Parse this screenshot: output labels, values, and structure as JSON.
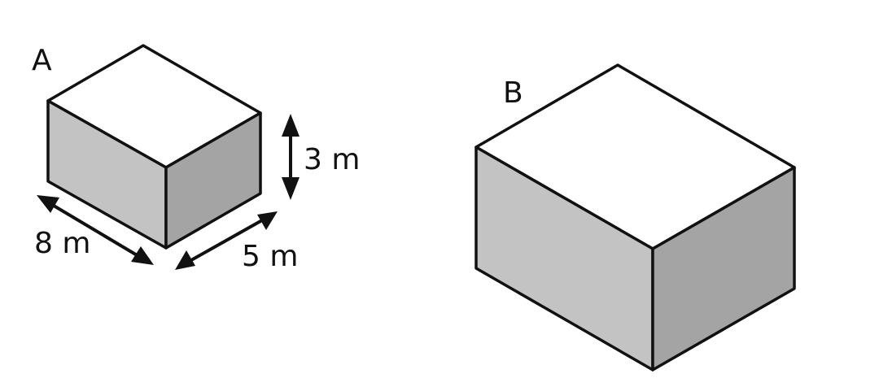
{
  "prisms": {
    "a": {
      "label": "A",
      "dimensions": {
        "length": "8 m",
        "width": "5 m",
        "height": "3 m"
      }
    },
    "b": {
      "label": "B"
    }
  },
  "colors": {
    "top_face": "#ffffff",
    "front_face": "#c3c3c3",
    "side_face": "#a4a4a4",
    "stroke": "#111111"
  }
}
